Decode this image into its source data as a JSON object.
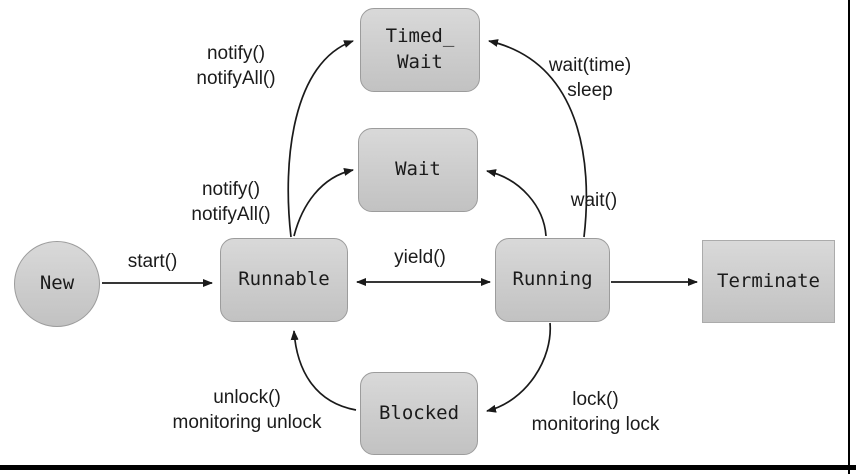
{
  "diagram": {
    "nodes": {
      "new": "New",
      "runnable": "Runnable",
      "running": "Running",
      "terminate": "Terminate",
      "timed_wait": "Timed_\nWait",
      "wait": "Wait",
      "blocked": "Blocked"
    },
    "edges": {
      "start": "start()",
      "yield": "yield()",
      "notify_top": "notify()\nnotifyAll()",
      "wait_time": "wait(time)\nsleep",
      "notify_mid": "notify()\nnotifyAll()",
      "wait": "wait()",
      "unlock": "unlock()\nmonitoring unlock",
      "lock": "lock()\nmonitoring lock"
    },
    "colors": {
      "node_fill_top": "#d9d9d9",
      "node_fill_bottom": "#c2c2c2",
      "node_border": "#9c9c9c",
      "arrow": "#1a1a1a",
      "text": "#1b1b1b",
      "frame": "#000000"
    }
  }
}
